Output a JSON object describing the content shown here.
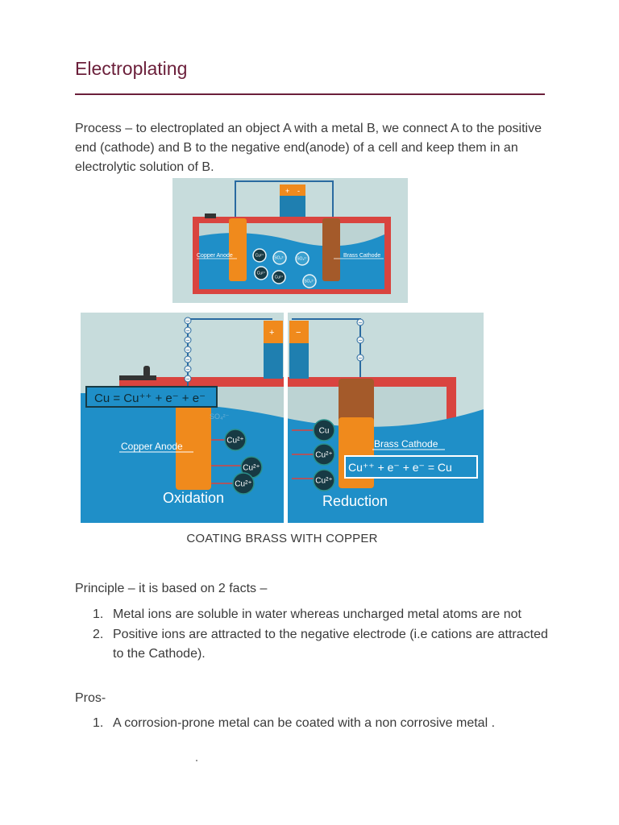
{
  "title": "Electroplating",
  "intro": "Process – to electroplated an object A with a metal B, we connect A to the positive end (cathode) and B to the negative end(anode) of a cell and keep them in an electrolytic solution of B.",
  "figure_top": {
    "anode_label": "Copper Anode",
    "cathode_label": "Brass Cathode",
    "ions": [
      "Cu²⁺",
      "SO₄²⁻",
      "SO₄²⁻",
      "Cu²⁺",
      "Cu²⁺",
      "SO₄²⁻"
    ],
    "battery_plus": "+",
    "battery_minus": "-"
  },
  "figure_bottom": {
    "left_equation": "Cu = Cu⁺⁺ + e⁻ + e⁻",
    "left_anode_label": "Copper Anode",
    "left_title": "Oxidation",
    "left_ions": [
      "Cu²⁺",
      "Cu²⁺",
      "Cu²⁺"
    ],
    "left_faint_ion": "SO₄²⁻",
    "right_cathode_label": "Brass Cathode",
    "right_equation": "Cu⁺⁺ + e⁻ + e⁻ = Cu",
    "right_title": "Reduction",
    "right_ions": [
      "Cu",
      "Cu²⁺",
      "Cu²⁺"
    ],
    "battery_plus": "+",
    "battery_minus": "−",
    "electron_sign": "−"
  },
  "caption": "COATING BRASS WITH COPPER",
  "principle_heading": "Principle – it is based on 2 facts –",
  "principle_items": [
    {
      "num": "1.",
      "text": "Metal ions are soluble in water whereas uncharged metal atoms are not"
    },
    {
      "num": "2.",
      "text": "Positive ions are attracted to the negative electrode (i.e cations are attracted to the Cathode)."
    }
  ],
  "pros_heading": "Pros-",
  "pros_items": [
    {
      "num": "1.",
      "text": "A corrosion-prone metal can be coated with a non corrosive metal ."
    }
  ],
  "colors": {
    "title": "#6b1f3a",
    "tank": "#d9443f",
    "water": "#1f8fc8",
    "copper_anode": "#f08a1c",
    "brass_cathode": "#a45a2a",
    "backdrop": "#c7dcdc",
    "ion": "#173a44"
  }
}
